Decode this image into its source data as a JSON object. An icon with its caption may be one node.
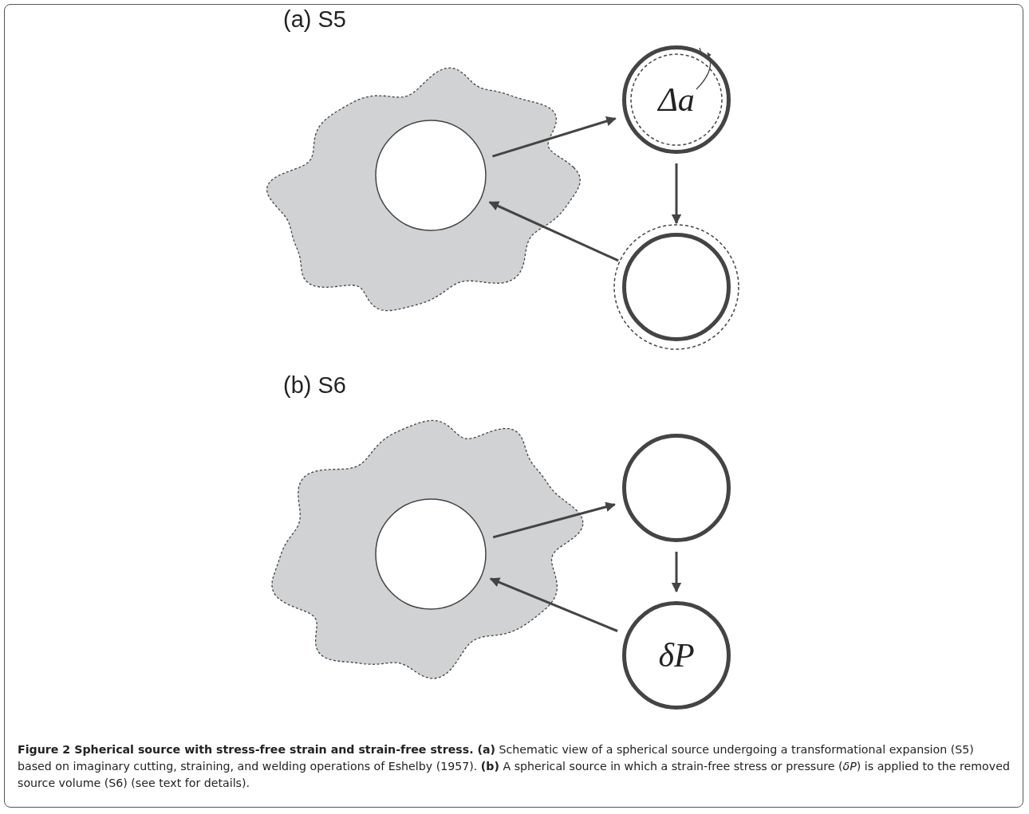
{
  "diagram": {
    "caption": "**Figure 2 Spherical source with stress-free strain and strain-free stress. (a)** Schematic view of a spherical source undergoing a transformational expansion (S5) based on imaginary cutting, straining, and welding operations of Eshelby (1957). **(b)** A spherical source in which a strain-free stress or pressure (*δP*) is applied to the removed source volume (S6) (see text for details).",
    "nodes": [
      {
        "text": [],
        "shape": "blob"
      },
      {
        "text": [],
        "shape": "circle",
        "in": 0
      },
      {
        "text": [
          "Δa"
        ]
      },
      {
        "text": [],
        "shape": "circle"
      },
      {
        "text": [],
        "shape": "blob"
      },
      {
        "text": [],
        "shape": "circle",
        "in": 4
      },
      {
        "text": [],
        "shape": "circle"
      },
      {
        "text": [
          "δP"
        ]
      }
    ],
    "edges": [
      {
        "from": 1,
        "to": 2,
        "arrow": "to"
      },
      {
        "from": 2,
        "to": 3,
        "arrow": "to"
      },
      {
        "from": 3,
        "to": 1,
        "arrow": "to"
      },
      {
        "from": 5,
        "to": 6,
        "arrow": "to"
      },
      {
        "from": 6,
        "to": 7,
        "arrow": "to"
      },
      {
        "from": 7,
        "to": 5,
        "arrow": "to"
      }
    ],
    "labels": [
      "(a) S5",
      "(b) S6"
    ]
  }
}
